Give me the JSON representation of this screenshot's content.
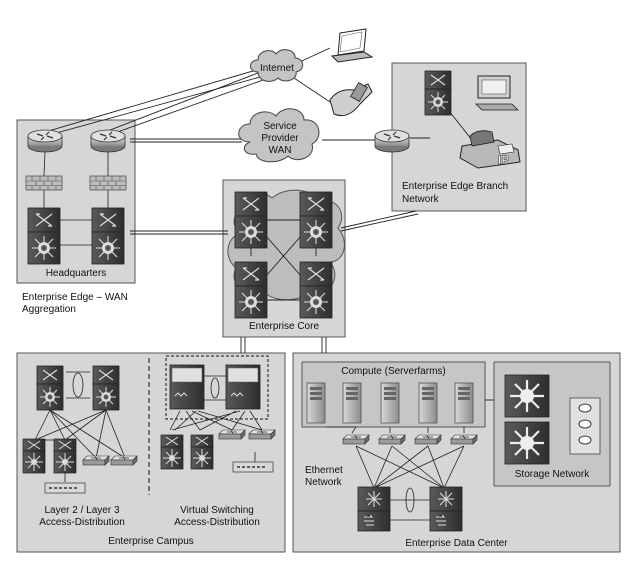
{
  "clouds": {
    "internet": "Internet",
    "wan_line1": "Service",
    "wan_line2": "Provider",
    "wan_line3": "WAN"
  },
  "zones": {
    "headquarters": "Headquarters",
    "edge_caption_1": "Enterprise Edge – WAN",
    "edge_caption_2": "Aggregation",
    "branch_1": "Enterprise Edge Branch",
    "branch_2": "Network",
    "core": "Enterprise Core",
    "campus": "Enterprise Campus",
    "l23_1": "Layer 2 / Layer 3",
    "l23_2": "Access-Distribution",
    "vs_1": "Virtual Switching",
    "vs_2": "Access-Distribution",
    "dc": "Enterprise Data Center",
    "compute": "Compute (Serverfarms)",
    "eth_1": "Ethernet",
    "eth_2": "Network",
    "storage": "Storage Network",
    "ip_badge": "IP"
  },
  "colors": {
    "zone_fill": "#d9d9d9",
    "inner_fill": "#c8c8c8",
    "device_dark": "#4d4d4d",
    "device_light": "#bdbdbd",
    "line": "#222222"
  }
}
